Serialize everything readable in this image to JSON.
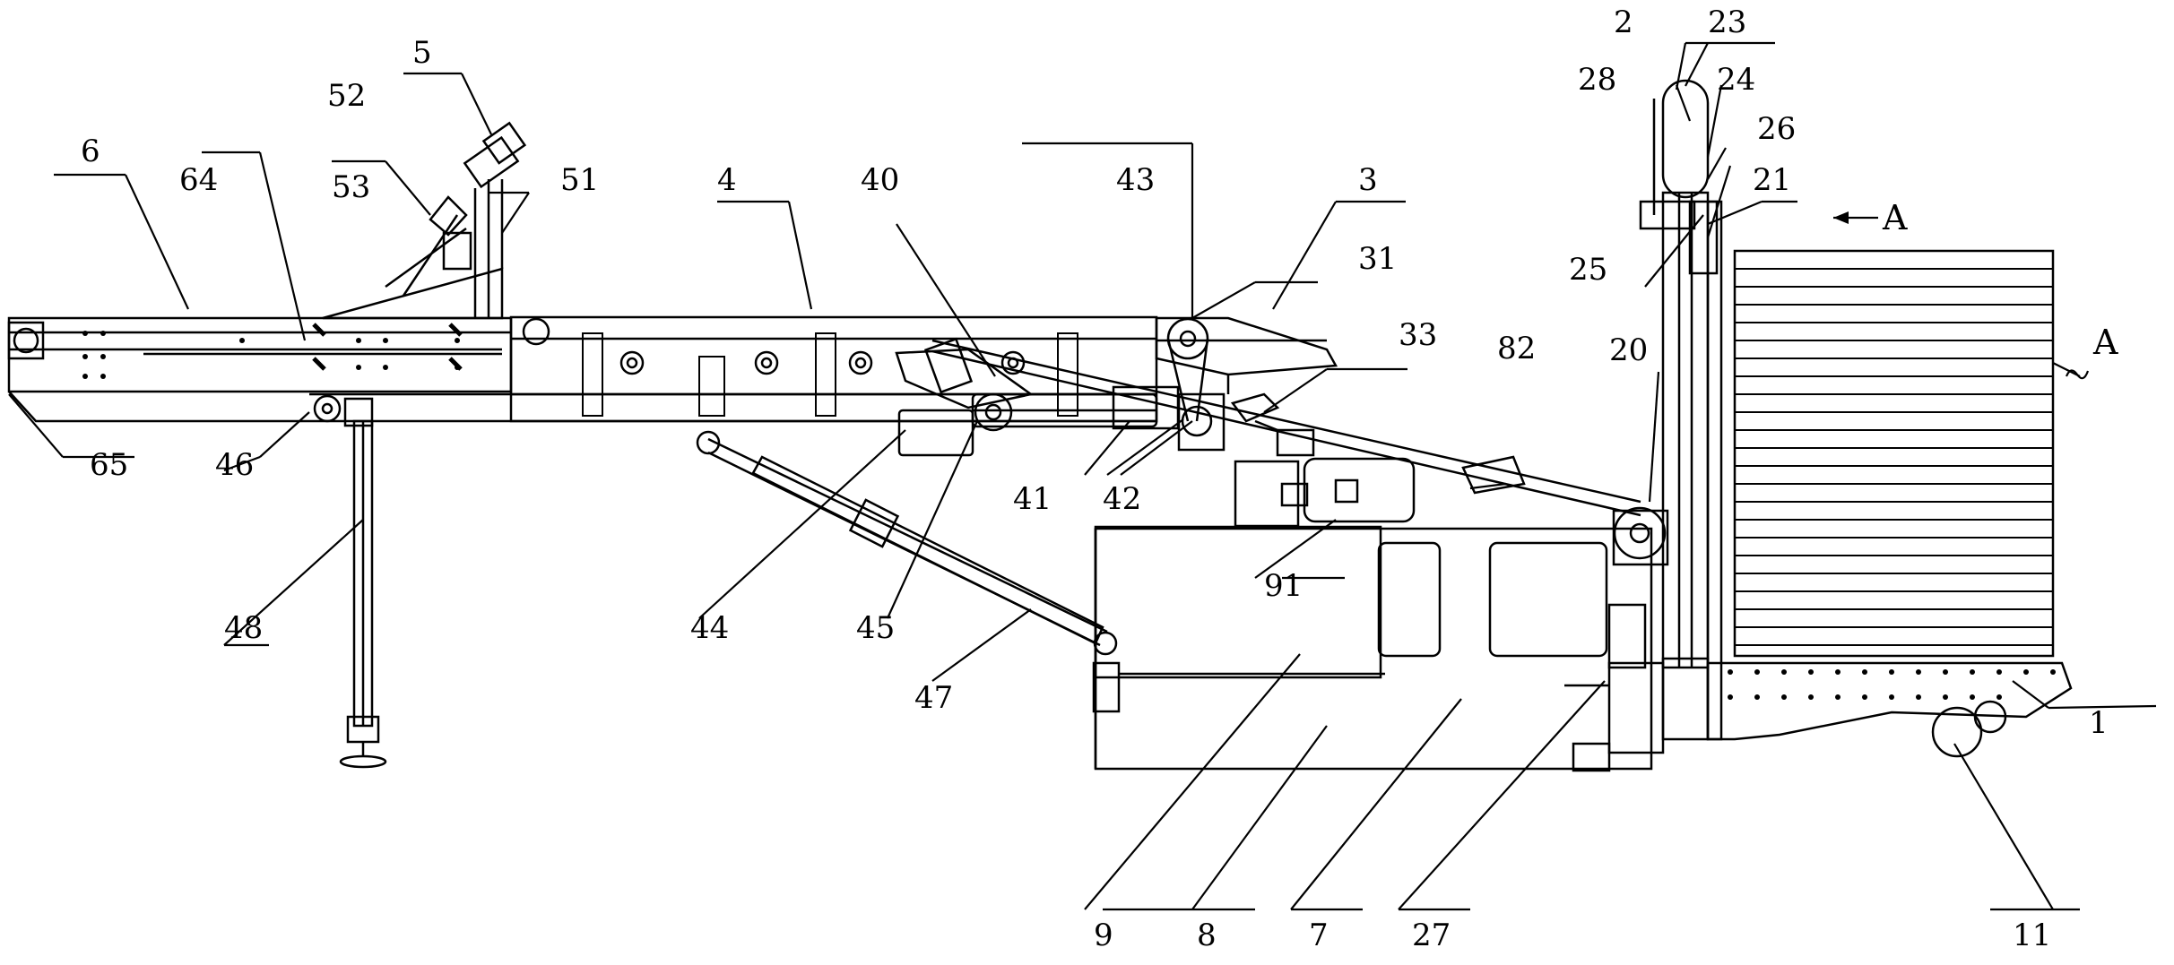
{
  "figure": {
    "callouts": [
      "1",
      "2",
      "3",
      "4",
      "5",
      "6",
      "7",
      "8",
      "9",
      "11",
      "20",
      "21",
      "23",
      "24",
      "25",
      "26",
      "27",
      "28",
      "31",
      "33",
      "40",
      "41",
      "42",
      "43",
      "44",
      "45",
      "46",
      "47",
      "48",
      "51",
      "52",
      "53",
      "64",
      "65",
      "82",
      "91"
    ],
    "view_marker_arrow": "A",
    "view_marker_section": "A"
  },
  "colors": {
    "line": "#000000",
    "background": "#ffffff"
  }
}
